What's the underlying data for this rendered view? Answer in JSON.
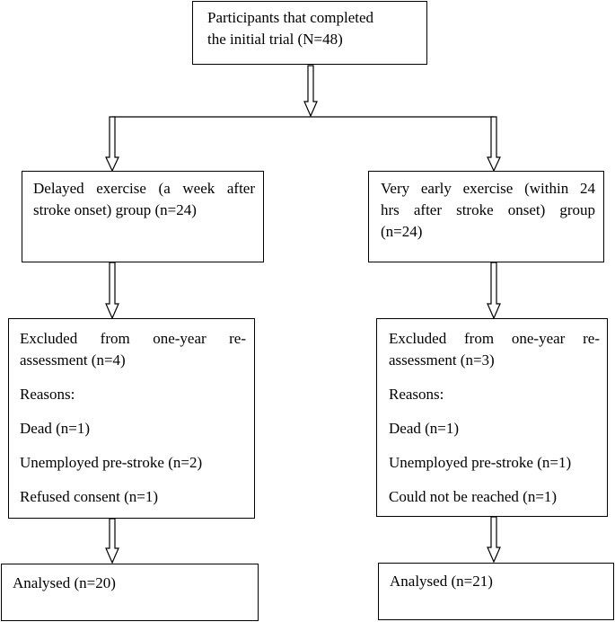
{
  "top_box": {
    "line1": "Participants that completed",
    "line2": "the initial trial (N=48)"
  },
  "left_group": {
    "line1": "Delayed exercise (a week after",
    "line2": "stroke onset) group (n=24)"
  },
  "right_group": {
    "line1": "Very early exercise (within 24",
    "line2": "hrs after stroke onset) group",
    "line3": "(n=24)"
  },
  "left_excluded": {
    "line1": "Excluded from one-year re-",
    "line2": "assessment (n=4)",
    "reasons_label": "Reasons:",
    "reasons": [
      "Dead (n=1)",
      "Unemployed pre-stroke (n=2)",
      "Refused consent (n=1)"
    ]
  },
  "right_excluded": {
    "line1": "Excluded from one-year re-",
    "line2": "assessment (n=3)",
    "reasons_label": "Reasons:",
    "reasons": [
      "Dead (n=1)",
      "Unemployed pre-stroke (n=1)",
      "Could not be reached (n=1)"
    ]
  },
  "left_analysed": "Analysed (n=20)",
  "right_analysed": "Analysed (n=21)"
}
